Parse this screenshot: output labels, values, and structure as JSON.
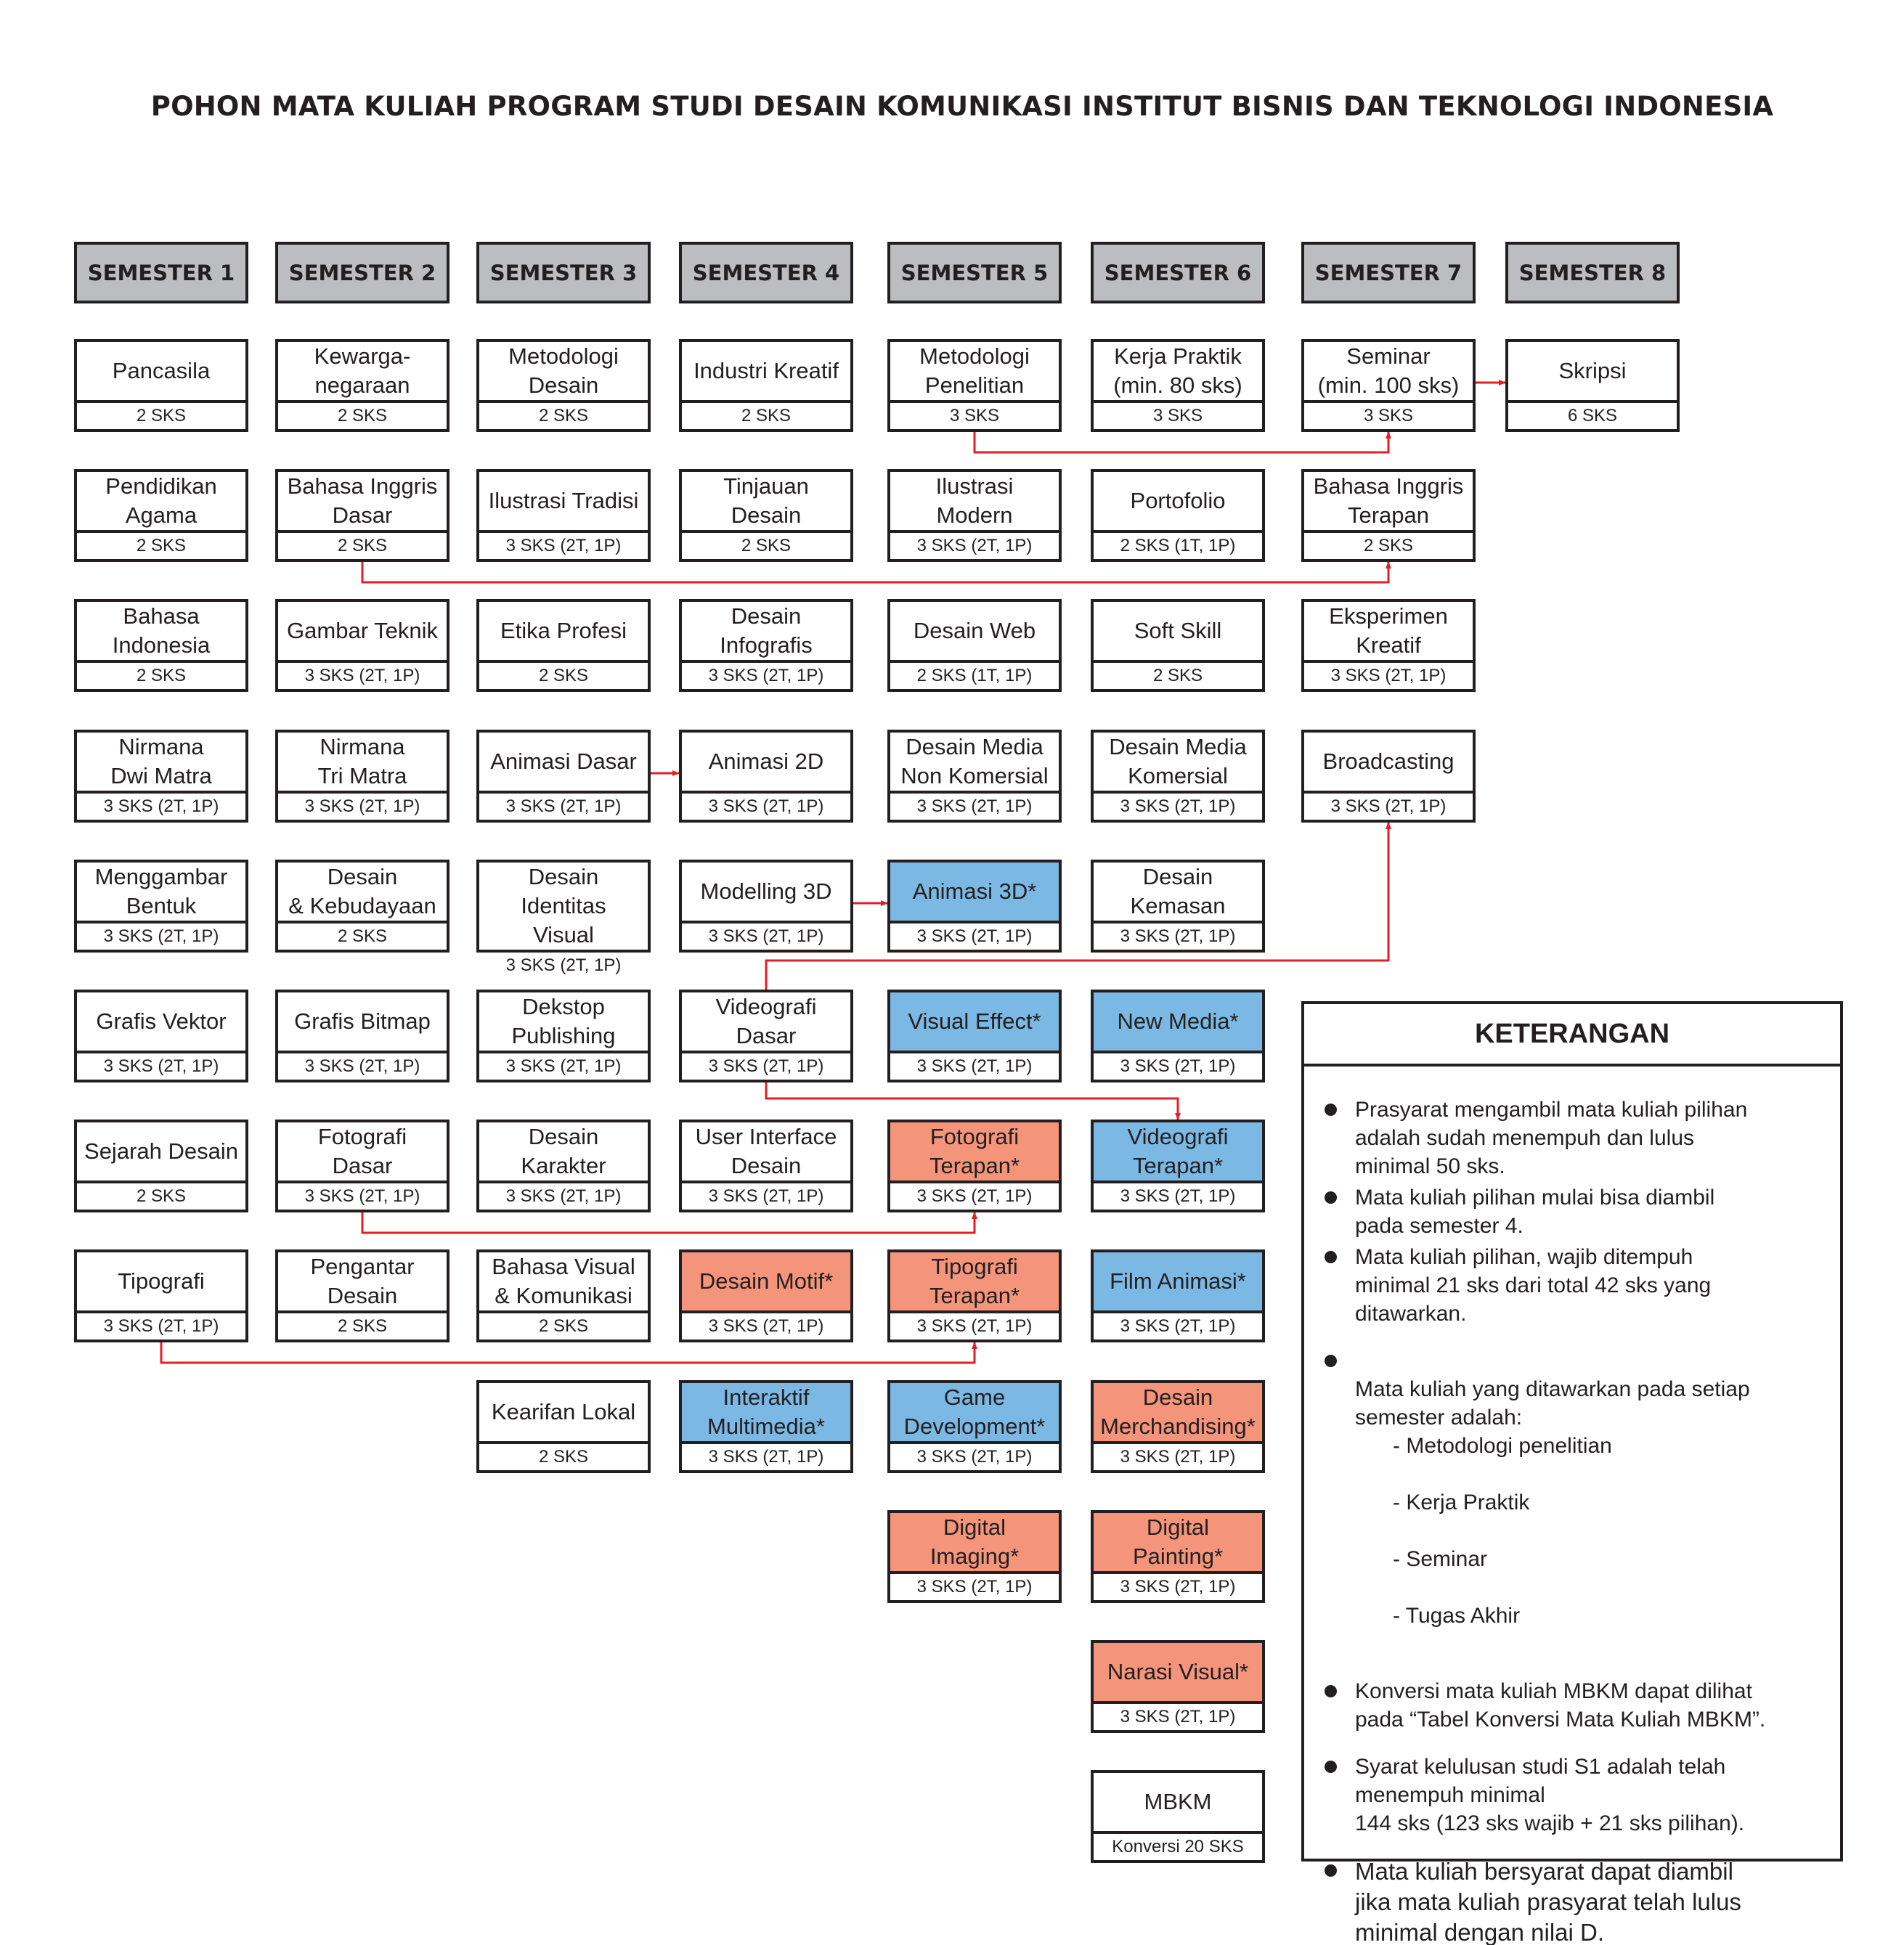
{
  "title": "POHON MATA KULIAH PROGRAM STUDI DESAIN KOMUNIKASI INSTITUT BISNIS DAN TEKNOLOGI INDONESIA",
  "colors": {
    "header": "#bcbdc0",
    "elective_blue": "#7cb8e4",
    "elective_orange": "#f4957b",
    "prerequisite_arrow": "#e21f26"
  },
  "semesters": [
    "SEMESTER 1",
    "SEMESTER 2",
    "SEMESTER 3",
    "SEMESTER 4",
    "SEMESTER 5",
    "SEMESTER 6",
    "SEMESTER 7",
    "SEMESTER 8"
  ],
  "courses": [
    {
      "id": "s1r1",
      "sem": 1,
      "row": 1,
      "name": "Pancasila",
      "sks": "2 SKS"
    },
    {
      "id": "s1r2",
      "sem": 1,
      "row": 2,
      "name": "Pendidikan\nAgama",
      "sks": "2 SKS"
    },
    {
      "id": "s1r3",
      "sem": 1,
      "row": 3,
      "name": "Bahasa\nIndonesia",
      "sks": "2 SKS"
    },
    {
      "id": "s1r4",
      "sem": 1,
      "row": 4,
      "name": "Nirmana\nDwi Matra",
      "sks": "3 SKS (2T, 1P)"
    },
    {
      "id": "s1r5",
      "sem": 1,
      "row": 5,
      "name": "Menggambar\nBentuk",
      "sks": "3 SKS (2T, 1P)"
    },
    {
      "id": "s1r6",
      "sem": 1,
      "row": 6,
      "name": "Grafis Vektor",
      "sks": "3 SKS (2T, 1P)"
    },
    {
      "id": "s1r7",
      "sem": 1,
      "row": 7,
      "name": "Sejarah Desain",
      "sks": "2 SKS"
    },
    {
      "id": "s1r8",
      "sem": 1,
      "row": 8,
      "name": "Tipografi",
      "sks": "3 SKS (2T, 1P)"
    },
    {
      "id": "s2r1",
      "sem": 2,
      "row": 1,
      "name": "Kewarga-\nnegaraan",
      "sks": "2 SKS"
    },
    {
      "id": "s2r2",
      "sem": 2,
      "row": 2,
      "name": "Bahasa Inggris\nDasar",
      "sks": "2 SKS"
    },
    {
      "id": "s2r3",
      "sem": 2,
      "row": 3,
      "name": "Gambar Teknik",
      "sks": "3 SKS (2T, 1P)"
    },
    {
      "id": "s2r4",
      "sem": 2,
      "row": 4,
      "name": "Nirmana\nTri Matra",
      "sks": "3 SKS (2T, 1P)"
    },
    {
      "id": "s2r5",
      "sem": 2,
      "row": 5,
      "name": "Desain\n& Kebudayaan",
      "sks": "2 SKS"
    },
    {
      "id": "s2r6",
      "sem": 2,
      "row": 6,
      "name": "Grafis Bitmap",
      "sks": "3 SKS (2T, 1P)"
    },
    {
      "id": "s2r7",
      "sem": 2,
      "row": 7,
      "name": "Fotografi\nDasar",
      "sks": "3 SKS (2T, 1P)"
    },
    {
      "id": "s2r8",
      "sem": 2,
      "row": 8,
      "name": "Pengantar\nDesain",
      "sks": "2 SKS"
    },
    {
      "id": "s3r1",
      "sem": 3,
      "row": 1,
      "name": "Metodologi\nDesain",
      "sks": "2 SKS"
    },
    {
      "id": "s3r2",
      "sem": 3,
      "row": 2,
      "name": "Ilustrasi Tradisi",
      "sks": "3 SKS (2T, 1P)"
    },
    {
      "id": "s3r3",
      "sem": 3,
      "row": 3,
      "name": "Etika Profesi",
      "sks": "2 SKS"
    },
    {
      "id": "s3r4",
      "sem": 3,
      "row": 4,
      "name": "Animasi Dasar",
      "sks": "3 SKS (2T, 1P)"
    },
    {
      "id": "s3r5",
      "sem": 3,
      "row": 5,
      "name": "Desain Identitas\nVisual",
      "sks": "3 SKS (2T, 1P)"
    },
    {
      "id": "s3r6",
      "sem": 3,
      "row": 6,
      "name": "Dekstop\nPublishing",
      "sks": "3 SKS (2T, 1P)"
    },
    {
      "id": "s3r7",
      "sem": 3,
      "row": 7,
      "name": "Desain Karakter",
      "sks": "3 SKS (2T, 1P)"
    },
    {
      "id": "s3r8",
      "sem": 3,
      "row": 8,
      "name": "Bahasa Visual\n& Komunikasi",
      "sks": "2 SKS"
    },
    {
      "id": "s3r9",
      "sem": 3,
      "row": 9,
      "name": "Kearifan Lokal",
      "sks": "2 SKS"
    },
    {
      "id": "s4r1",
      "sem": 4,
      "row": 1,
      "name": "Industri Kreatif",
      "sks": "2 SKS"
    },
    {
      "id": "s4r2",
      "sem": 4,
      "row": 2,
      "name": "Tinjauan\nDesain",
      "sks": "2 SKS"
    },
    {
      "id": "s4r3",
      "sem": 4,
      "row": 3,
      "name": "Desain\nInfografis",
      "sks": "3 SKS (2T, 1P)"
    },
    {
      "id": "s4r4",
      "sem": 4,
      "row": 4,
      "name": "Animasi 2D",
      "sks": "3 SKS (2T, 1P)"
    },
    {
      "id": "s4r5",
      "sem": 4,
      "row": 5,
      "name": "Modelling  3D",
      "sks": "3 SKS (2T, 1P)"
    },
    {
      "id": "s4r6",
      "sem": 4,
      "row": 6,
      "name": "Videografi\nDasar",
      "sks": "3 SKS (2T, 1P)"
    },
    {
      "id": "s4r7",
      "sem": 4,
      "row": 7,
      "name": "User Interface\nDesain",
      "sks": "3 SKS (2T, 1P)"
    },
    {
      "id": "s4r8",
      "sem": 4,
      "row": 8,
      "name": "Desain Motif*",
      "sks": "3 SKS (2T, 1P)",
      "color": "orange"
    },
    {
      "id": "s4r9",
      "sem": 4,
      "row": 9,
      "name": "Interaktif\nMultimedia*",
      "sks": "3 SKS (2T, 1P)",
      "color": "blue"
    },
    {
      "id": "s5r1",
      "sem": 5,
      "row": 1,
      "name": "Metodologi\nPenelitian",
      "sks": "3 SKS"
    },
    {
      "id": "s5r2",
      "sem": 5,
      "row": 2,
      "name": "Ilustrasi Modern",
      "sks": "3 SKS (2T, 1P)"
    },
    {
      "id": "s5r3",
      "sem": 5,
      "row": 3,
      "name": "Desain Web",
      "sks": "2 SKS (1T, 1P)"
    },
    {
      "id": "s5r4",
      "sem": 5,
      "row": 4,
      "name": "Desain Media\nNon Komersial",
      "sks": "3 SKS (2T, 1P)"
    },
    {
      "id": "s5r5",
      "sem": 5,
      "row": 5,
      "name": "Animasi 3D*",
      "sks": "3 SKS (2T, 1P)",
      "color": "blue"
    },
    {
      "id": "s5r6",
      "sem": 5,
      "row": 6,
      "name": "Visual Effect*",
      "sks": "3 SKS (2T, 1P)",
      "color": "blue"
    },
    {
      "id": "s5r7",
      "sem": 5,
      "row": 7,
      "name": "Fotografi\nTerapan*",
      "sks": "3 SKS (2T, 1P)",
      "color": "orange"
    },
    {
      "id": "s5r8",
      "sem": 5,
      "row": 8,
      "name": "Tipografi\nTerapan*",
      "sks": "3 SKS (2T, 1P)",
      "color": "orange"
    },
    {
      "id": "s5r9",
      "sem": 5,
      "row": 9,
      "name": "Game\nDevelopment*",
      "sks": "3 SKS (2T, 1P)",
      "color": "blue"
    },
    {
      "id": "s5r10",
      "sem": 5,
      "row": 10,
      "name": "Digital\nImaging*",
      "sks": "3 SKS (2T, 1P)",
      "color": "orange"
    },
    {
      "id": "s6r1",
      "sem": 6,
      "row": 1,
      "name": "Kerja Praktik\n(min. 80 sks)",
      "sks": "3 SKS"
    },
    {
      "id": "s6r2",
      "sem": 6,
      "row": 2,
      "name": "Portofolio",
      "sks": "2 SKS (1T, 1P)"
    },
    {
      "id": "s6r3",
      "sem": 6,
      "row": 3,
      "name": "Soft Skill",
      "sks": "2 SKS"
    },
    {
      "id": "s6r4",
      "sem": 6,
      "row": 4,
      "name": "Desain Media\nKomersial",
      "sks": "3 SKS (2T, 1P)"
    },
    {
      "id": "s6r5",
      "sem": 6,
      "row": 5,
      "name": "Desain\nKemasan",
      "sks": "3 SKS (2T, 1P)"
    },
    {
      "id": "s6r6",
      "sem": 6,
      "row": 6,
      "name": "New Media*",
      "sks": "3 SKS (2T, 1P)",
      "color": "blue"
    },
    {
      "id": "s6r7",
      "sem": 6,
      "row": 7,
      "name": "Videografi\nTerapan*",
      "sks": "3 SKS (2T, 1P)",
      "color": "blue"
    },
    {
      "id": "s6r8",
      "sem": 6,
      "row": 8,
      "name": "Film Animasi*",
      "sks": "3 SKS (2T, 1P)",
      "color": "blue"
    },
    {
      "id": "s6r9",
      "sem": 6,
      "row": 9,
      "name": "Desain\nMerchandising*",
      "sks": "3 SKS (2T, 1P)",
      "color": "orange"
    },
    {
      "id": "s6r10",
      "sem": 6,
      "row": 10,
      "name": "Digital\nPainting*",
      "sks": "3 SKS (2T, 1P)",
      "color": "orange"
    },
    {
      "id": "s6r11",
      "sem": 6,
      "row": 11,
      "name": "Narasi Visual*",
      "sks": "3 SKS (2T, 1P)",
      "color": "orange"
    },
    {
      "id": "s6r12",
      "sem": 6,
      "row": 12,
      "name": "MBKM",
      "sks": "Konversi 20 SKS"
    },
    {
      "id": "s7r1",
      "sem": 7,
      "row": 1,
      "name": "Seminar\n(min. 100 sks)",
      "sks": "3 SKS"
    },
    {
      "id": "s7r2",
      "sem": 7,
      "row": 2,
      "name": "Bahasa Inggris\nTerapan",
      "sks": "2 SKS"
    },
    {
      "id": "s7r3",
      "sem": 7,
      "row": 3,
      "name": "Eksperimen\nKreatif",
      "sks": "3 SKS (2T, 1P)"
    },
    {
      "id": "s7r4",
      "sem": 7,
      "row": 4,
      "name": "Broadcasting",
      "sks": "3 SKS (2T, 1P)"
    },
    {
      "id": "s8r1",
      "sem": 8,
      "row": 1,
      "name": "Skripsi",
      "sks": "6 SKS"
    }
  ],
  "prerequisites": [
    {
      "from": "s7r1",
      "to": "s8r1"
    },
    {
      "from": "s5r1",
      "to": "s7r1"
    },
    {
      "from": "s2r2",
      "to": "s7r2"
    },
    {
      "from": "s3r4",
      "to": "s4r4"
    },
    {
      "from": "s4r5",
      "to": "s5r5"
    },
    {
      "from": "s4r6",
      "to": "s7r4"
    },
    {
      "from": "s4r6",
      "to": "s6r7"
    },
    {
      "from": "s2r7",
      "to": "s5r7"
    },
    {
      "from": "s1r8",
      "to": "s5r8"
    }
  ],
  "legend": {
    "title": "KETERANGAN",
    "items": [
      "Prasyarat mengambil mata kuliah pilihan\nadalah sudah menempuh dan lulus\nminimal 50 sks.",
      "Mata kuliah pilihan mulai bisa diambil\npada semester 4.",
      "Mata kuliah pilihan, wajib ditempuh\nminimal 21 sks dari total 42 sks yang\nditawarkan.",
      "Mata kuliah yang ditawarkan pada setiap\nsemester adalah:",
      "Konversi mata kuliah MBKM dapat dilihat\npada “Tabel Konversi Mata Kuliah MBKM”.",
      "Syarat kelulusan studi S1 adalah telah\nmenempuh minimal\n144 sks (123 sks wajib + 21 sks pilihan).",
      "Mata kuliah bersyarat dapat diambil\njika mata kuliah prasyarat telah lulus\nminimal dengan nilai D."
    ],
    "offered_each_semester": [
      "- Metodologi penelitian",
      "- Kerja Praktik",
      "- Seminar",
      "- Tugas Akhir"
    ]
  }
}
